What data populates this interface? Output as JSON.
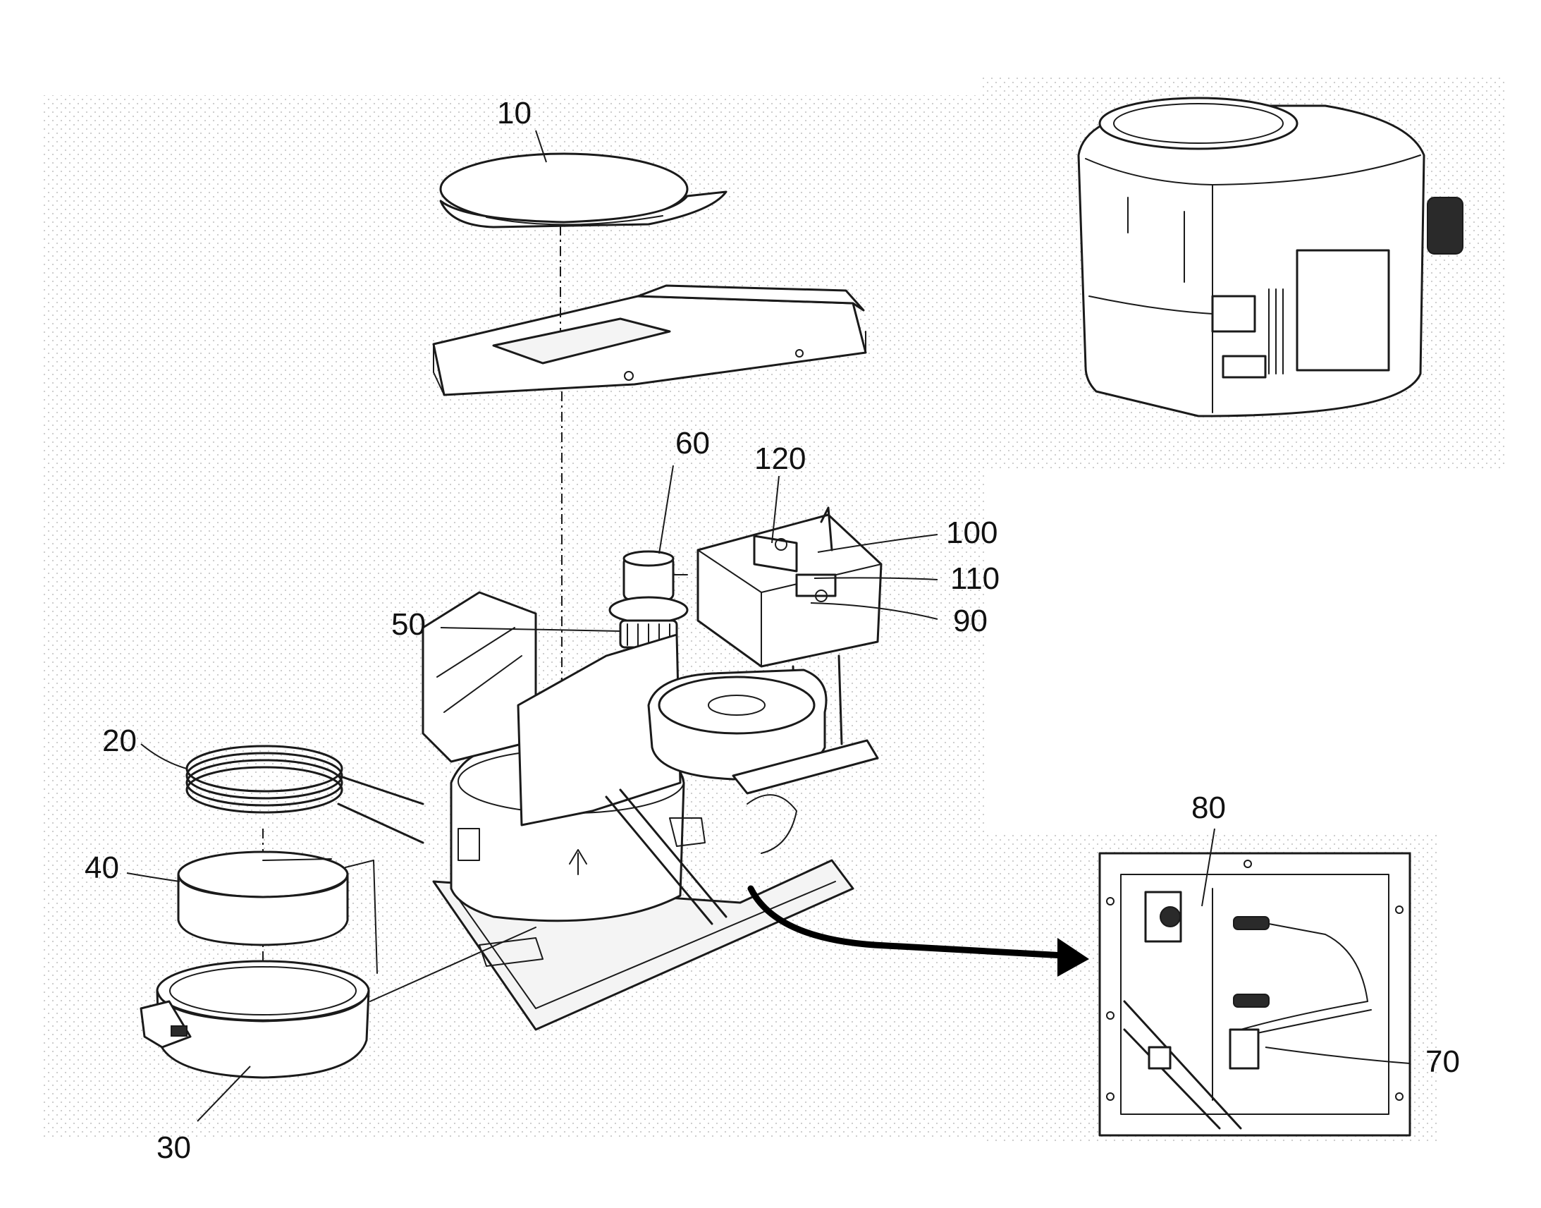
{
  "figure": {
    "labels": {
      "l10": "10",
      "l20": "20",
      "l30": "30",
      "l40": "40",
      "l50": "50",
      "l60": "60",
      "l70": "70",
      "l80": "80",
      "l90": "90",
      "l100": "100",
      "l110": "110",
      "l120": "120"
    },
    "colors": {
      "ink": "#1a1a1a",
      "background": "#ffffff",
      "stipple": "#c8c8c8"
    }
  }
}
